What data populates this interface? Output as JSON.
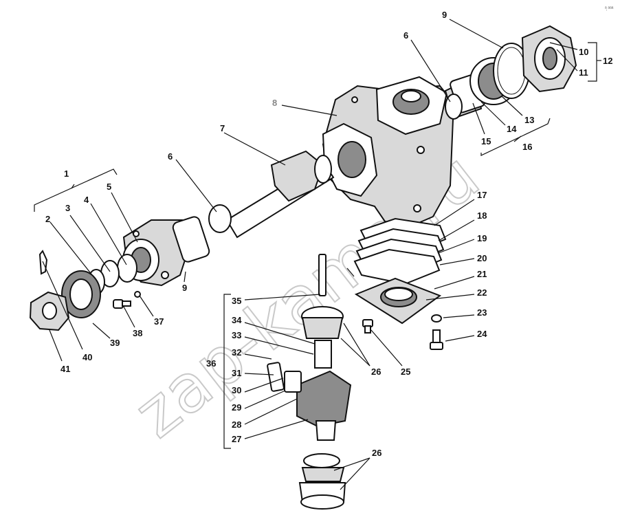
{
  "watermark": "zap-kama.ru",
  "corner_mark": "ᵃ᷊ ᵃᵃᵃ",
  "callouts": [
    {
      "id": "c1",
      "text": "1"
    },
    {
      "id": "c2",
      "text": "2"
    },
    {
      "id": "c3",
      "text": "3"
    },
    {
      "id": "c4",
      "text": "4"
    },
    {
      "id": "c5",
      "text": "5"
    },
    {
      "id": "c6a",
      "text": "6"
    },
    {
      "id": "c6b",
      "text": "6"
    },
    {
      "id": "c7",
      "text": "7"
    },
    {
      "id": "c8",
      "text": "8"
    },
    {
      "id": "c9a",
      "text": "9"
    },
    {
      "id": "c9b",
      "text": "9"
    },
    {
      "id": "c10",
      "text": "10"
    },
    {
      "id": "c11",
      "text": "11"
    },
    {
      "id": "c12",
      "text": "12"
    },
    {
      "id": "c13",
      "text": "13"
    },
    {
      "id": "c14",
      "text": "14"
    },
    {
      "id": "c15",
      "text": "15"
    },
    {
      "id": "c16",
      "text": "16"
    },
    {
      "id": "c17",
      "text": "17"
    },
    {
      "id": "c18",
      "text": "18"
    },
    {
      "id": "c19",
      "text": "19"
    },
    {
      "id": "c20",
      "text": "20"
    },
    {
      "id": "c21",
      "text": "21"
    },
    {
      "id": "c22",
      "text": "22"
    },
    {
      "id": "c23",
      "text": "23"
    },
    {
      "id": "c24",
      "text": "24"
    },
    {
      "id": "c25",
      "text": "25"
    },
    {
      "id": "c26a",
      "text": "26"
    },
    {
      "id": "c26b",
      "text": "26"
    },
    {
      "id": "c27",
      "text": "27"
    },
    {
      "id": "c28",
      "text": "28"
    },
    {
      "id": "c29",
      "text": "29"
    },
    {
      "id": "c30",
      "text": "30"
    },
    {
      "id": "c31",
      "text": "31"
    },
    {
      "id": "c32",
      "text": "32"
    },
    {
      "id": "c33",
      "text": "33"
    },
    {
      "id": "c34",
      "text": "34"
    },
    {
      "id": "c35",
      "text": "35"
    },
    {
      "id": "c36",
      "text": "36"
    },
    {
      "id": "c37",
      "text": "37"
    },
    {
      "id": "c38",
      "text": "38"
    },
    {
      "id": "c39",
      "text": "39"
    },
    {
      "id": "c40",
      "text": "40"
    },
    {
      "id": "c41",
      "text": "41"
    }
  ]
}
